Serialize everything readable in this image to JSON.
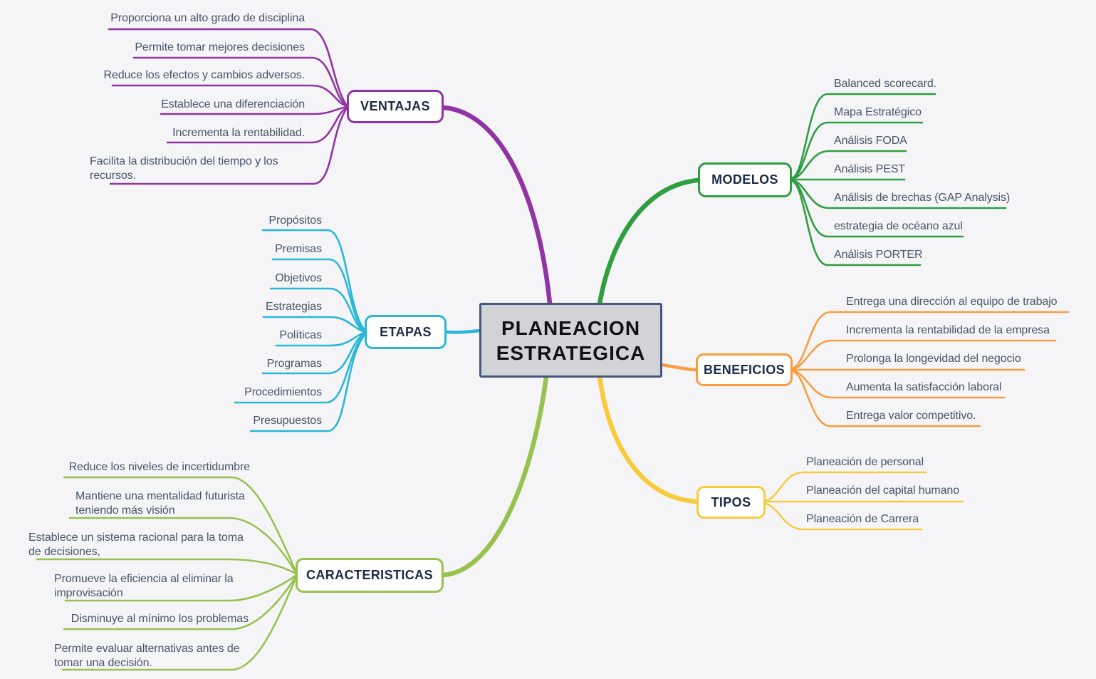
{
  "center": {
    "line1": "PLANEACION",
    "line2": "ESTRATEGICA"
  },
  "branches": {
    "ventajas": {
      "label": "VENTAJAS",
      "color": "#9133a4",
      "items": [
        "Proporciona un alto grado de disciplina",
        "Permite tomar mejores decisiones",
        "Reduce los efectos y cambios adversos.",
        "Establece una diferenciación",
        "Incrementa la rentabilidad.",
        "Facilita la distribución del tiempo y los recursos."
      ]
    },
    "etapas": {
      "label": "ETAPAS",
      "color": "#28b7d7",
      "items": [
        "Propósitos",
        "Premisas",
        "Objetivos",
        "Estrategias",
        "Políticas",
        "Programas",
        "Procedimientos",
        "Presupuestos"
      ]
    },
    "caracteristicas": {
      "label": "CARACTERISTICAS",
      "color": "#97c24f",
      "items": [
        "Reduce los niveles de incertidumbre",
        "Mantiene una mentalidad futurista teniendo más visión",
        "Establece un sistema racional para la toma de decisiones,",
        "Promueve la eficiencia al eliminar la improvisación",
        "Disminuye al mínimo los problemas",
        "Permite evaluar alternativas antes de tomar una decisión."
      ]
    },
    "modelos": {
      "label": "MODELOS",
      "color": "#2f9e41",
      "items": [
        "Balanced scorecard.",
        "Mapa Estratégico",
        "Análisis FODA",
        "Análisis PEST",
        "Análisis de brechas (GAP Analysis)",
        "estrategia de océano azul",
        "Análisis PORTER"
      ]
    },
    "beneficios": {
      "label": "BENEFICIOS",
      "color": "#f99d3e",
      "items": [
        "Entrega una dirección al equipo de trabajo",
        "Incrementa la rentabilidad de la empresa",
        "Prolonga la longevidad del negocio",
        "Aumenta la satisfacción laboral",
        "Entrega valor competitivo."
      ]
    },
    "tipos": {
      "label": "TIPOS",
      "color": "#f8cb3d",
      "items": [
        "Planeación de personal",
        "Planeación del capital humano",
        "Planeación de Carrera"
      ]
    }
  },
  "palette": {
    "background": "#f5f5f8",
    "center_fill": "#d2d3d6",
    "center_border": "#44597f",
    "node_fill": "#ffffff",
    "node_text": "#1b2a4a",
    "leaf_text": "#475569"
  }
}
